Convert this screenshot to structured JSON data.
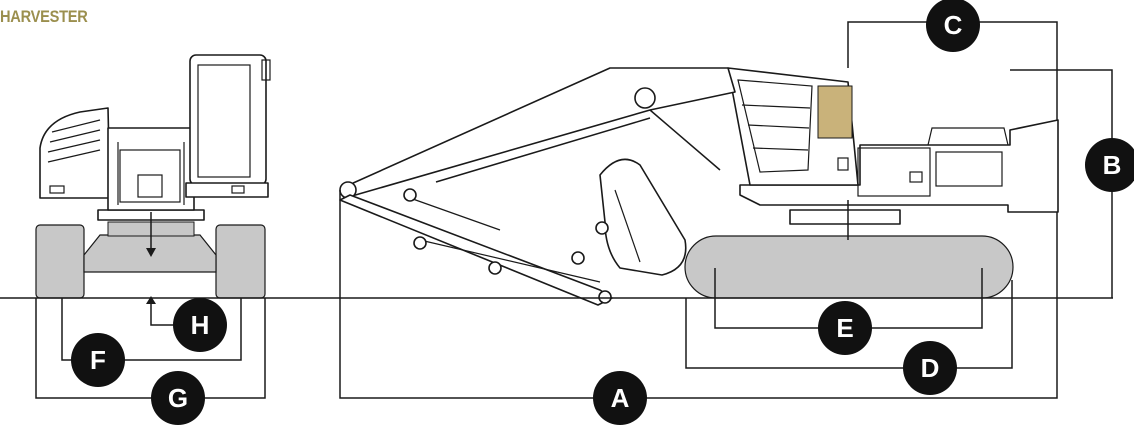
{
  "title": "HARVESTER",
  "colors": {
    "title": "#9b8f4e",
    "track": "#c8c8c8",
    "badge": "#111111",
    "line": "#1a1a1a"
  },
  "dimension_labels": {
    "A": "A",
    "B": "B",
    "C": "C",
    "D": "D",
    "E": "E",
    "F": "F",
    "G": "G",
    "H": "H"
  }
}
